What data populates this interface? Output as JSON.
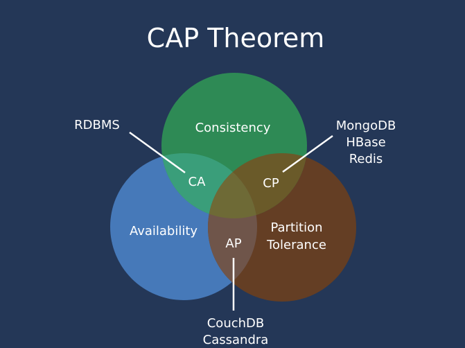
{
  "title": "CAP Theorem",
  "sets": {
    "consistency": "Consistency",
    "availability": "Availability",
    "partition_1": "Partition",
    "partition_2": "Tolerance"
  },
  "intersections": {
    "ca": "CA",
    "cp": "CP",
    "ap": "AP"
  },
  "examples": {
    "ca": [
      "RDBMS"
    ],
    "cp": [
      "MongoDB",
      "HBase",
      "Redis"
    ],
    "ap": [
      "CouchDB",
      "Cassandra"
    ]
  },
  "colors": {
    "background": "#243757",
    "consistency": "#2e8a55",
    "availability": "#4679b9",
    "partition": "#643e24",
    "ca": "#3a9e7a",
    "cp": "#6a5a29",
    "ap": "#6f554a",
    "cap": "#6e6a36"
  }
}
